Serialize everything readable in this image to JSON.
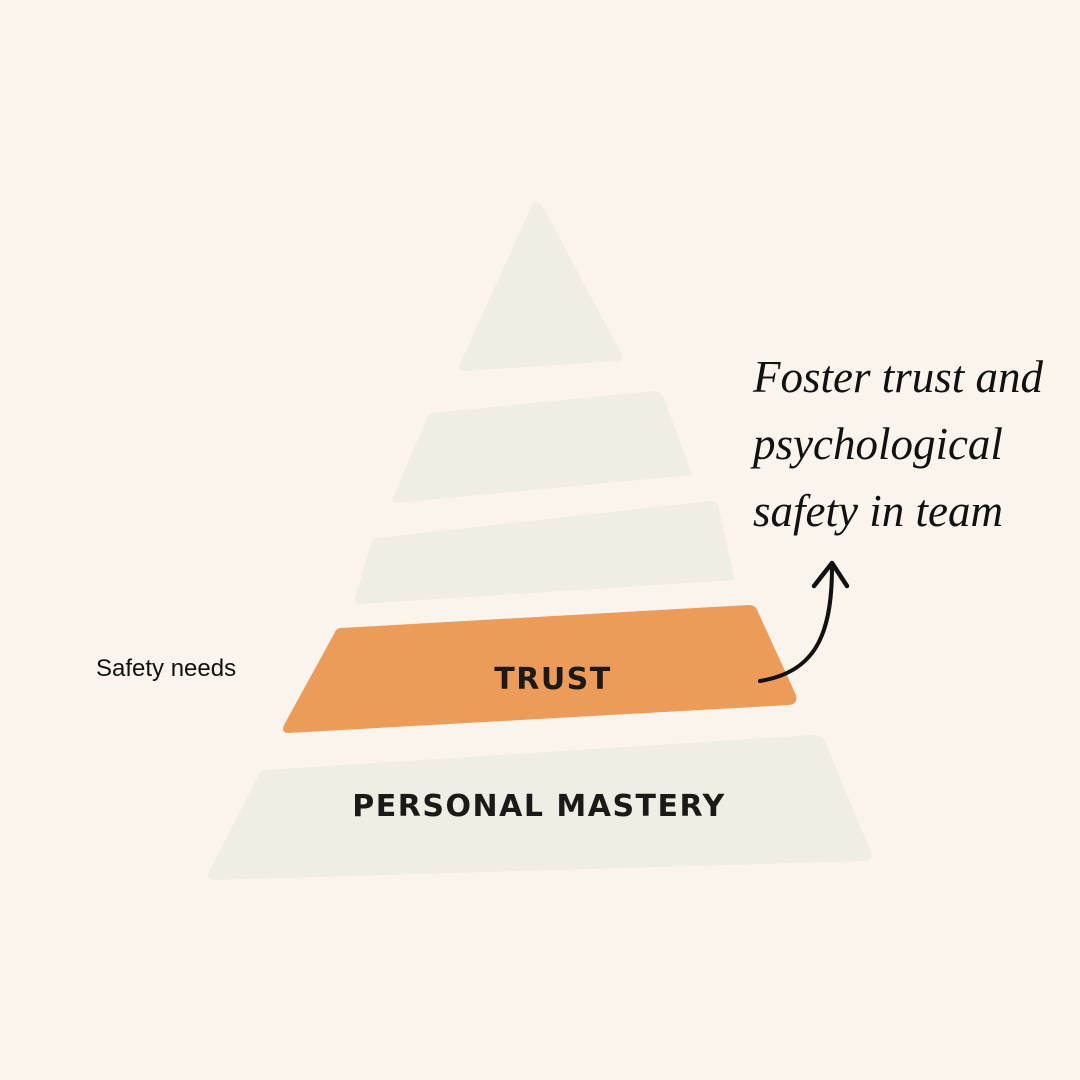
{
  "diagram": {
    "tiers": [
      {
        "id": "top",
        "label": "",
        "highlighted": false
      },
      {
        "id": "tier-4",
        "label": "",
        "highlighted": false
      },
      {
        "id": "tier-3",
        "label": "",
        "highlighted": false
      },
      {
        "id": "tier-2",
        "label": "TRUST",
        "highlighted": true
      },
      {
        "id": "tier-1",
        "label": "PERSONAL MASTERY",
        "highlighted": false
      }
    ],
    "side_label": "Safety needs",
    "callout": {
      "line1": "Foster trust and",
      "line2": "psychological",
      "line3": "safety in team"
    }
  },
  "colors": {
    "background": "#faf4ed",
    "tier_fill": "#efede4",
    "highlight_fill": "#ec9c58",
    "text": "#1c1a19"
  }
}
